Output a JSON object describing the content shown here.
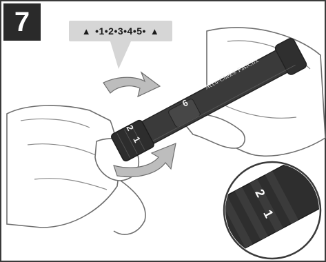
{
  "step": {
    "number": "7"
  },
  "depth_scale": {
    "label": "•1•2•3•4•5•",
    "drop_symbol": "drop-icon"
  },
  "device": {
    "brand": "Accu-Chek® FastClix",
    "cap_number": "6",
    "dial_numbers": [
      "2",
      "1"
    ]
  },
  "magnifier": {
    "dial_numbers": [
      "2",
      "1"
    ]
  },
  "colors": {
    "badge": "#2a2a2a",
    "device": "#3a3a3a",
    "outline": "#6e6e6e",
    "callout": "#d6d6d6"
  }
}
